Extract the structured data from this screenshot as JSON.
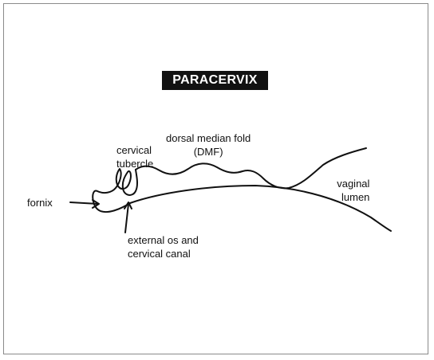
{
  "title": "PARACERVIX",
  "labels": {
    "cervical_tubercle": [
      "cervical",
      "tubercle"
    ],
    "dorsal_median_fold": [
      "dorsal median fold",
      "(DMF)"
    ],
    "vaginal_lumen": [
      "vaginal",
      "lumen"
    ],
    "fornix": "fornix",
    "external_os": [
      "external os and",
      "cervical canal"
    ]
  }
}
